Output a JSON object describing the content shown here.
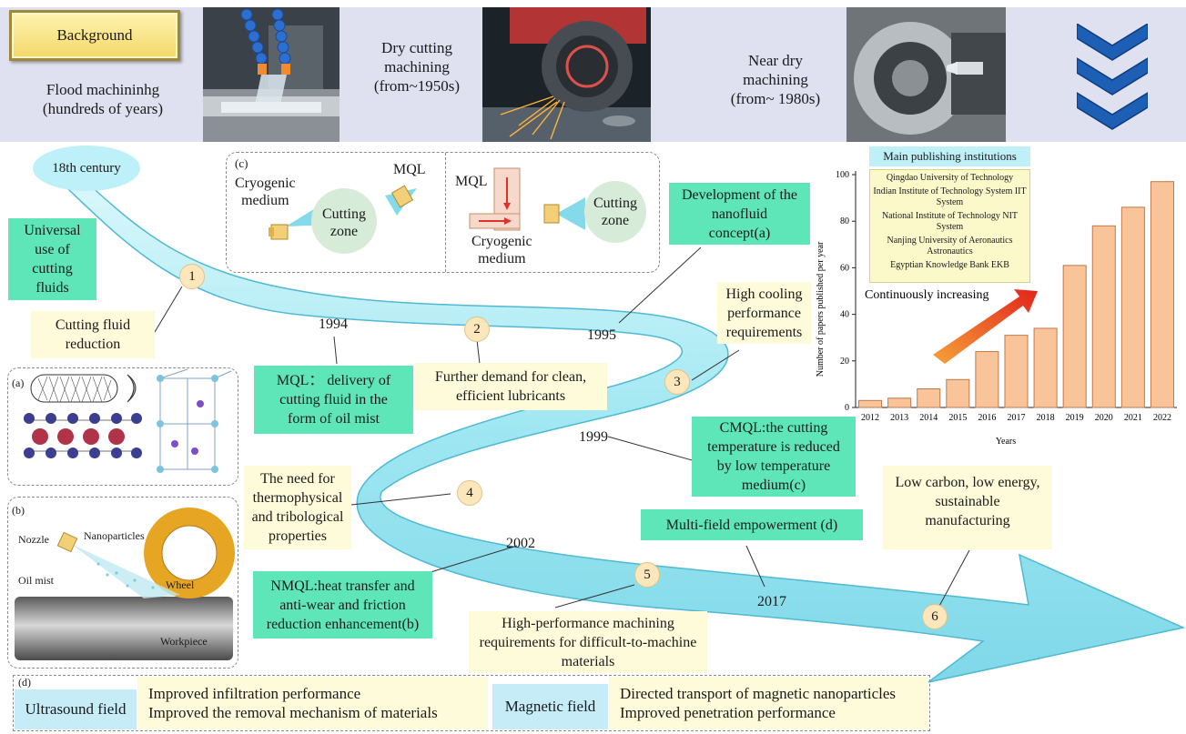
{
  "banner": {
    "background_label": "Background",
    "flood": [
      "Flood machininhg",
      "(hundreds of years)"
    ],
    "dry": [
      "Dry cutting",
      "machining",
      "(from~1950s)"
    ],
    "near_dry": [
      "Near dry",
      "machining",
      "(from~ 1980s)"
    ]
  },
  "timeline": {
    "start": "18th century",
    "years": [
      "1994",
      "1995",
      "1999",
      "2002",
      "2017"
    ],
    "steps": [
      "1",
      "2",
      "3",
      "4",
      "5",
      "6"
    ]
  },
  "boxes": {
    "universal": [
      "Universal",
      "use of",
      "cutting",
      "fluids"
    ],
    "reduction": [
      "Cutting fluid",
      "reduction"
    ],
    "mql": [
      "MQL： delivery of",
      "cutting fluid in the",
      "form of oil mist"
    ],
    "further_demand": [
      "Further demand for clean,",
      "efficient lubricants"
    ],
    "nanofluid": [
      "Development of the",
      "nanofluid",
      "concept(a)"
    ],
    "high_cooling": [
      "High cooling",
      "performance",
      "requirements"
    ],
    "cmql": [
      "CMQL:the cutting",
      "temperature is reduced",
      "by low temperature",
      "medium(c)"
    ],
    "thermo": [
      "The need for",
      "thermophysical",
      "and tribological",
      "properties"
    ],
    "nmql": [
      "NMQL:heat transfer and",
      "anti-wear and friction",
      "reduction enhancement(b)"
    ],
    "multi_field": "Multi-field empowerment (d)",
    "high_perf": [
      "High-performance machining",
      "requirements for difficult-to-machine",
      "materials"
    ],
    "low_carbon": [
      "Low carbon, low energy,",
      "sustainable",
      "manufacturing"
    ]
  },
  "panel_c": {
    "label": "(c)",
    "cryogenic_medium": [
      "Cryogenic",
      "medium"
    ],
    "mql": "MQL",
    "cutting_zone": [
      "Cutting",
      "zone"
    ],
    "mql2": "MQL",
    "cryogenic_medium2": [
      "Cryogenic",
      "medium"
    ],
    "cutting_zone2": [
      "Cutting",
      "zone"
    ]
  },
  "panel_a": {
    "label": "(a)"
  },
  "panel_b": {
    "label": "(b)",
    "nozzle": "Nozzle",
    "nanoparticles": "Nanoparticles",
    "oil_mist": "Oil mist",
    "wheel": "Wheel",
    "workpiece": "Workpiece"
  },
  "institutions": {
    "title": "Main publishing institutions",
    "items": [
      "Qingdao University of Technology",
      "Indian Institute of Technology System IIT System",
      "National Institute of Technology NIT System",
      "Nanjing University of Aeronautics Astronautics",
      "Egyptian Knowledge Bank EKB"
    ]
  },
  "chart_data": {
    "type": "bar",
    "categories": [
      "2012",
      "2013",
      "2014",
      "2015",
      "2016",
      "2017",
      "2018",
      "2019",
      "2020",
      "2021",
      "2022"
    ],
    "values": [
      3,
      4,
      8,
      12,
      24,
      31,
      34,
      61,
      78,
      86,
      97
    ],
    "ylabel": "Number of papers published per year",
    "xlabel": "Years",
    "ylim": [
      0,
      100
    ],
    "yticks": [
      "0",
      "20",
      "40",
      "60",
      "80",
      "100"
    ],
    "annotation": "Continuously increasing",
    "bar_color": "#f9c49a",
    "grid": false
  },
  "panel_d": {
    "label": "(d)",
    "field1": "Ultrasound field",
    "field1_desc": [
      "Improved infiltration performance",
      "Improved the removal mechanism of materials"
    ],
    "field2": "Magnetic field",
    "field2_desc": [
      "Directed transport of magnetic nanoparticles",
      "Improved penetration performance"
    ]
  },
  "colors": {
    "green_box": "#5ee6b8",
    "yellow_box": "#fdfbd9",
    "banner_bg": "#dfe1f1",
    "river": "#9fe7f2",
    "arrow_blue": "#1c5fb5"
  }
}
